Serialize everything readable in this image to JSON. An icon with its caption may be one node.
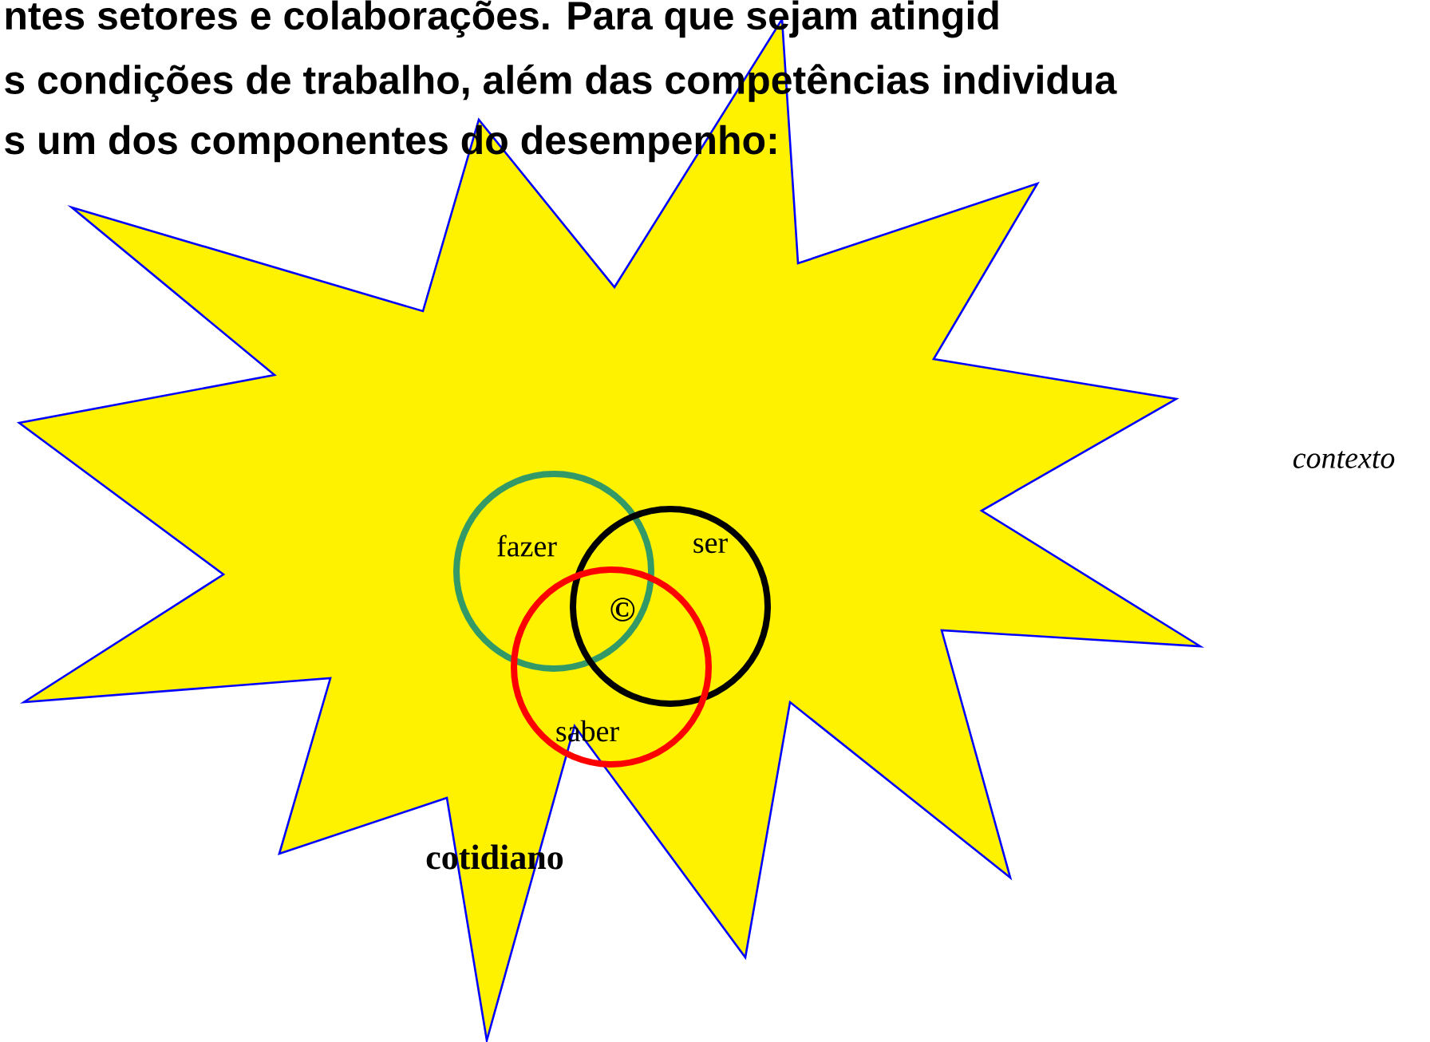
{
  "diagram": {
    "nodes": [
      {
        "text": [
          "cotidiano"
        ]
      },
      {
        "text": [
          "fazer"
        ],
        "in": 0
      },
      {
        "text": [
          "ser"
        ],
        "in": 0
      },
      {
        "text": [
          "saber"
        ],
        "in": 0
      }
    ],
    "labels": [
      "ntes setores e colaborações. Para que sejam atingid",
      "s condições de trabalho, além das competências individua",
      "s um dos componentes do desempenho:",
      "©",
      "contexto"
    ]
  }
}
